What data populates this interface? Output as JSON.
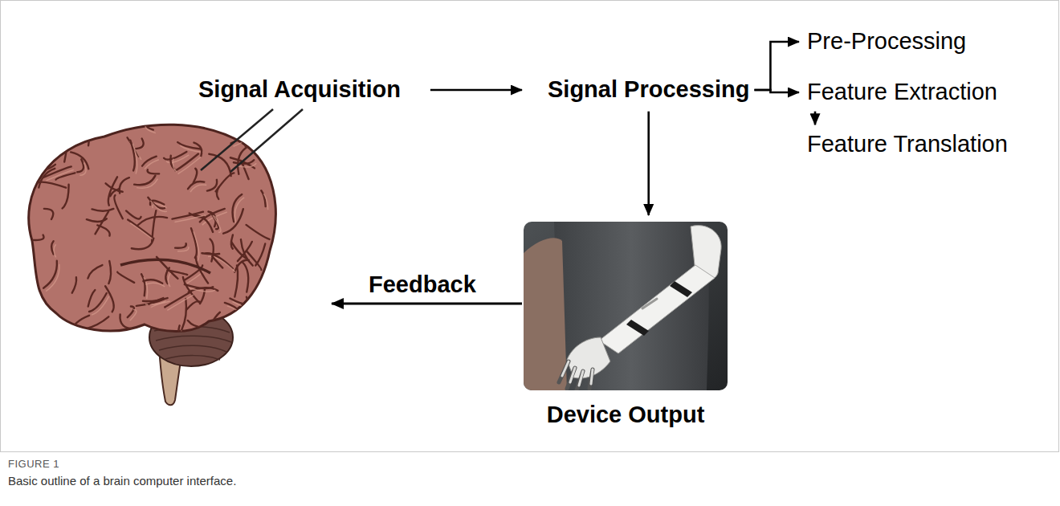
{
  "diagram": {
    "caption": "Basic outline of a brain computer interface.",
    "nodes": [
      {
        "text": [
          "Signal Acquisition"
        ]
      },
      {
        "text": [
          "Signal Processing"
        ]
      },
      {
        "text": [
          "Pre-Processing"
        ]
      },
      {
        "text": [
          "Feature Extraction"
        ]
      },
      {
        "text": [
          "Feature Translation"
        ]
      },
      {
        "text": [
          "Device Output"
        ]
      }
    ],
    "edges": [
      {
        "from": 0,
        "to": 1,
        "arrow": "to"
      },
      {
        "from": 1,
        "to": 2,
        "arrow": "to"
      },
      {
        "from": 1,
        "to": 3,
        "arrow": "to"
      },
      {
        "from": 1,
        "to": 4,
        "arrow": "to"
      },
      {
        "from": 1,
        "to": 5,
        "arrow": "to"
      }
    ],
    "labels": [
      "Feedback",
      "FIGURE 1"
    ]
  }
}
